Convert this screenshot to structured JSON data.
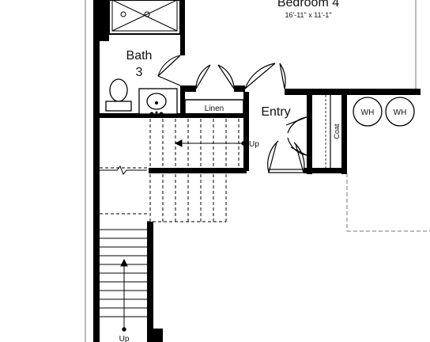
{
  "rooms": {
    "bedroom4": {
      "name": "Bedroom 4",
      "dims": "16'-11\" x 11'-1\""
    },
    "bath3": {
      "name": "Bath",
      "number": "3"
    },
    "entry": {
      "name": "Entry"
    },
    "linen": {
      "name": "Linen"
    },
    "coat": {
      "name": "Coat"
    }
  },
  "fixtures": {
    "water_heater_1": "WH",
    "water_heater_2": "WH"
  },
  "stairs": {
    "upper_label": "Up",
    "lower_label": "Up"
  }
}
